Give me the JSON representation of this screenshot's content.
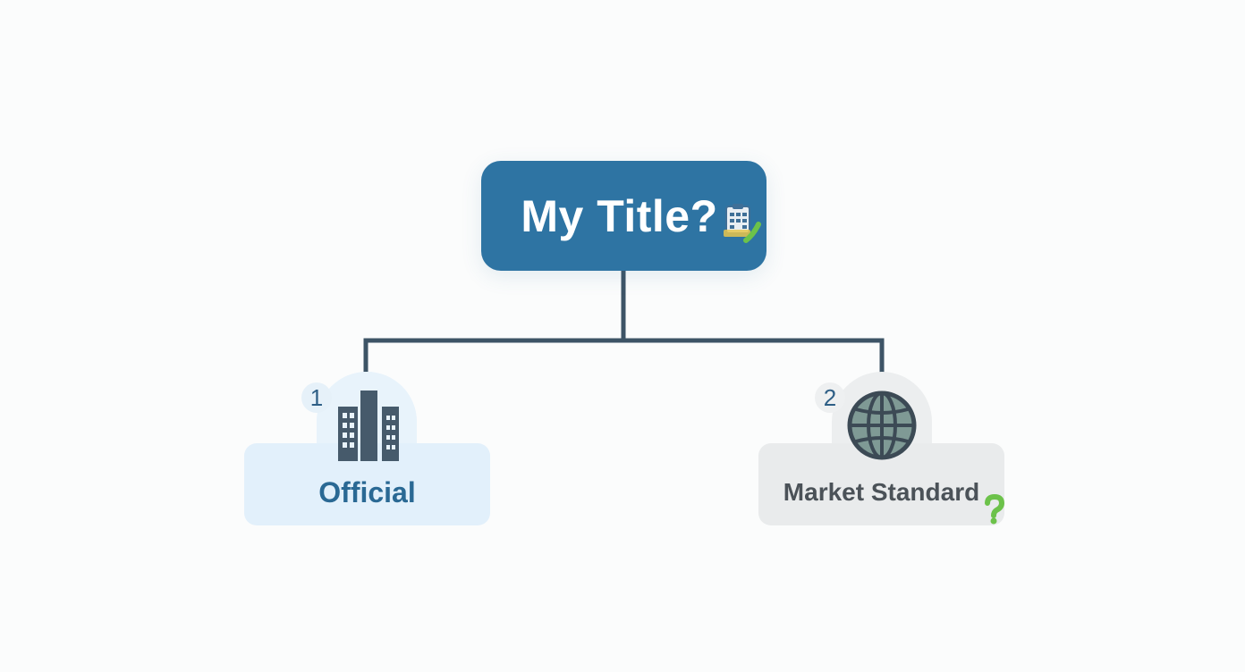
{
  "root": {
    "title": "My Title?"
  },
  "children": [
    {
      "number": "1",
      "label": "Official",
      "icon": "building-icon"
    },
    {
      "number": "2",
      "label": "Market Standard",
      "icon": "globe-icon"
    }
  ],
  "colors": {
    "root_fill": "#2e74a3",
    "connector": "#3d5466",
    "official_card": "#e2f0fb",
    "official_text": "#2a6994",
    "market_card": "#e9ebec",
    "market_text": "#4b5258",
    "halo_official": "#e8f3fb",
    "halo_market": "#eceeef",
    "building_icon": "#465a6b",
    "globe_fill": "#7f9a95",
    "globe_stroke": "#3c4a55",
    "help_green": "#6cc24a"
  }
}
